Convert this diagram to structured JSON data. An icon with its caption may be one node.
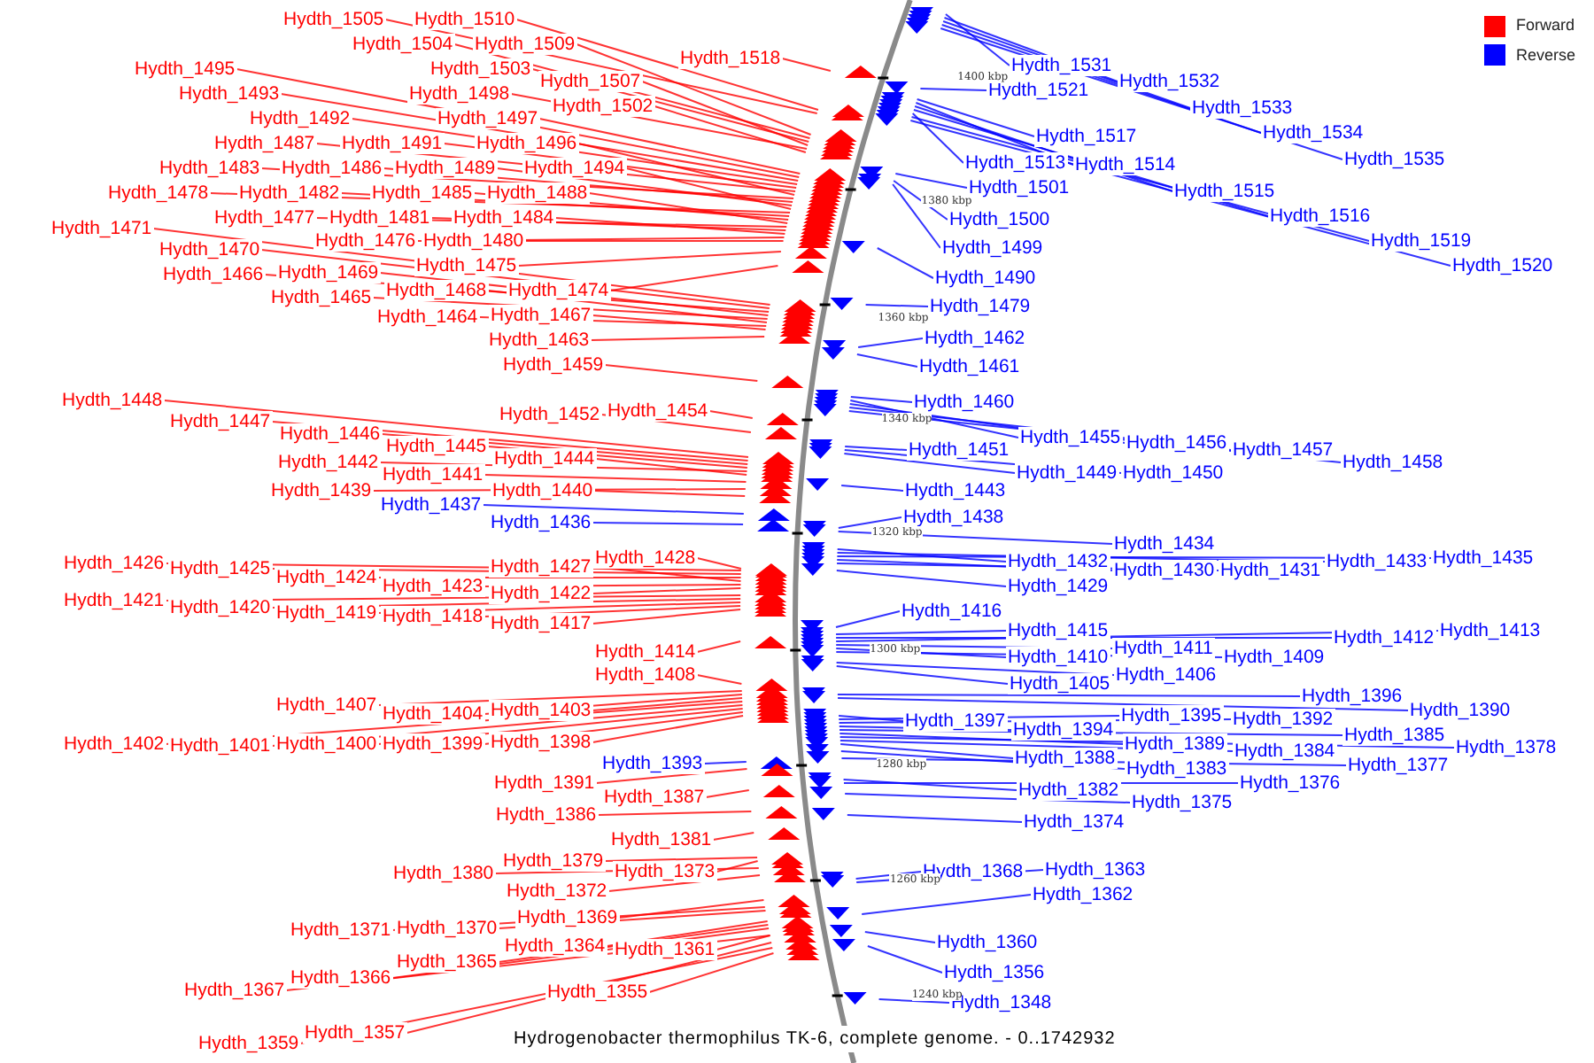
{
  "diagram": {
    "caption": "Hydrogenobacter thermophilus TK-6, complete genome. - 0..1742932",
    "nodes": [
      {
        "text": [
          "Hydth_1505"
        ]
      },
      {
        "text": [
          "Hydth_1510"
        ]
      },
      {
        "text": [
          "Hydth_1504"
        ]
      },
      {
        "text": [
          "Hydth_1509"
        ]
      },
      {
        "text": [
          "Hydth_1518"
        ]
      },
      {
        "text": [
          "Hydth_1503"
        ]
      },
      {
        "text": [
          "Hydth_1495"
        ]
      },
      {
        "text": [
          "Hydth_1507"
        ]
      },
      {
        "text": [
          "Hydth_1493"
        ]
      },
      {
        "text": [
          "Hydth_1498"
        ]
      },
      {
        "text": [
          "Hydth_1502"
        ]
      },
      {
        "text": [
          "Hydth_1492"
        ]
      },
      {
        "text": [
          "Hydth_1497"
        ]
      },
      {
        "text": [
          "Hydth_1487"
        ]
      },
      {
        "text": [
          "Hydth_1491"
        ]
      },
      {
        "text": [
          "Hydth_1496"
        ]
      },
      {
        "text": [
          "Hydth_1483"
        ]
      },
      {
        "text": [
          "Hydth_1486"
        ]
      },
      {
        "text": [
          "Hydth_1489"
        ]
      },
      {
        "text": [
          "Hydth_1494"
        ]
      },
      {
        "text": [
          "Hydth_1478"
        ]
      },
      {
        "text": [
          "Hydth_1482"
        ]
      },
      {
        "text": [
          "Hydth_1485"
        ]
      },
      {
        "text": [
          "Hydth_1488"
        ]
      },
      {
        "text": [
          "Hydth_1477"
        ]
      },
      {
        "text": [
          "Hydth_1481"
        ]
      },
      {
        "text": [
          "Hydth_1484"
        ]
      },
      {
        "text": [
          "Hydth_1471"
        ]
      },
      {
        "text": [
          "Hydth_1476"
        ]
      },
      {
        "text": [
          "Hydth_1480"
        ]
      },
      {
        "text": [
          "Hydth_1470"
        ]
      },
      {
        "text": [
          "Hydth_1475"
        ]
      },
      {
        "text": [
          "Hydth_1466"
        ]
      },
      {
        "text": [
          "Hydth_1469"
        ]
      },
      {
        "text": [
          "Hydth_1465"
        ]
      },
      {
        "text": [
          "Hydth_1468"
        ]
      },
      {
        "text": [
          "Hydth_1474"
        ]
      },
      {
        "text": [
          "Hydth_1464"
        ]
      },
      {
        "text": [
          "Hydth_1467"
        ]
      },
      {
        "text": [
          "Hydth_1463"
        ]
      },
      {
        "text": [
          "Hydth_1459"
        ]
      },
      {
        "text": [
          "Hydth_1448"
        ]
      },
      {
        "text": [
          "Hydth_1452"
        ]
      },
      {
        "text": [
          "Hydth_1454"
        ]
      },
      {
        "text": [
          "Hydth_1447"
        ]
      },
      {
        "text": [
          "Hydth_1446"
        ]
      },
      {
        "text": [
          "Hydth_1445"
        ]
      },
      {
        "text": [
          "Hydth_1442"
        ]
      },
      {
        "text": [
          "Hydth_1444"
        ]
      },
      {
        "text": [
          "Hydth_1441"
        ]
      },
      {
        "text": [
          "Hydth_1439"
        ]
      },
      {
        "text": [
          "Hydth_1440"
        ]
      },
      {
        "text": [
          "Hydth_1437"
        ]
      },
      {
        "text": [
          "Hydth_1436"
        ]
      },
      {
        "text": [
          "Hydth_1426"
        ]
      },
      {
        "text": [
          "Hydth_1425"
        ]
      },
      {
        "text": [
          "Hydth_1428"
        ]
      },
      {
        "text": [
          "Hydth_1424"
        ]
      },
      {
        "text": [
          "Hydth_1427"
        ]
      },
      {
        "text": [
          "Hydth_1423"
        ]
      },
      {
        "text": [
          "Hydth_1422"
        ]
      },
      {
        "text": [
          "Hydth_1421"
        ]
      },
      {
        "text": [
          "Hydth_1420"
        ]
      },
      {
        "text": [
          "Hydth_1419"
        ]
      },
      {
        "text": [
          "Hydth_1418"
        ]
      },
      {
        "text": [
          "Hydth_1417"
        ]
      },
      {
        "text": [
          "Hydth_1414"
        ]
      },
      {
        "text": [
          "Hydth_1408"
        ]
      },
      {
        "text": [
          "Hydth_1407"
        ]
      },
      {
        "text": [
          "Hydth_1404"
        ]
      },
      {
        "text": [
          "Hydth_1403"
        ]
      },
      {
        "text": [
          "Hydth_1402"
        ]
      },
      {
        "text": [
          "Hydth_1401"
        ]
      },
      {
        "text": [
          "Hydth_1400"
        ]
      },
      {
        "text": [
          "Hydth_1399"
        ]
      },
      {
        "text": [
          "Hydth_1398"
        ]
      },
      {
        "text": [
          "Hydth_1393"
        ]
      },
      {
        "text": [
          "Hydth_1391"
        ]
      },
      {
        "text": [
          "Hydth_1387"
        ]
      },
      {
        "text": [
          "Hydth_1386"
        ]
      },
      {
        "text": [
          "Hydth_1381"
        ]
      },
      {
        "text": [
          "Hydth_1380"
        ]
      },
      {
        "text": [
          "Hydth_1379"
        ]
      },
      {
        "text": [
          "Hydth_1373"
        ]
      },
      {
        "text": [
          "Hydth_1372"
        ]
      },
      {
        "text": [
          "Hydth_1371"
        ]
      },
      {
        "text": [
          "Hydth_1370"
        ]
      },
      {
        "text": [
          "Hydth_1369"
        ]
      },
      {
        "text": [
          "Hydth_1366"
        ]
      },
      {
        "text": [
          "Hydth_1365"
        ]
      },
      {
        "text": [
          "Hydth_1364"
        ]
      },
      {
        "text": [
          "Hydth_1361"
        ]
      },
      {
        "text": [
          "Hydth_1367"
        ]
      },
      {
        "text": [
          "Hydth_1355"
        ]
      },
      {
        "text": [
          "Hydth_1359"
        ]
      },
      {
        "text": [
          "Hydth_1357"
        ]
      },
      {
        "text": [
          "Hydth_1531"
        ]
      },
      {
        "text": [
          "Hydth_1532"
        ]
      },
      {
        "text": [
          "Hydth_1521"
        ]
      },
      {
        "text": [
          "Hydth_1533"
        ]
      },
      {
        "text": [
          "Hydth_1534"
        ]
      },
      {
        "text": [
          "Hydth_1517"
        ]
      },
      {
        "text": [
          "Hydth_1535"
        ]
      },
      {
        "text": [
          "Hydth_1513"
        ]
      },
      {
        "text": [
          "Hydth_1514"
        ]
      },
      {
        "text": [
          "Hydth_1501"
        ]
      },
      {
        "text": [
          "Hydth_1515"
        ]
      },
      {
        "text": [
          "Hydth_1516"
        ]
      },
      {
        "text": [
          "Hydth_1500"
        ]
      },
      {
        "text": [
          "Hydth_1519"
        ]
      },
      {
        "text": [
          "Hydth_1499"
        ]
      },
      {
        "text": [
          "Hydth_1520"
        ]
      },
      {
        "text": [
          "Hydth_1490"
        ]
      },
      {
        "text": [
          "Hydth_1479"
        ]
      },
      {
        "text": [
          "Hydth_1462"
        ]
      },
      {
        "text": [
          "Hydth_1461"
        ]
      },
      {
        "text": [
          "Hydth_1460"
        ]
      },
      {
        "text": [
          "Hydth_1455"
        ]
      },
      {
        "text": [
          "Hydth_1456"
        ]
      },
      {
        "text": [
          "Hydth_1451"
        ]
      },
      {
        "text": [
          "Hydth_1457"
        ]
      },
      {
        "text": [
          "Hydth_1458"
        ]
      },
      {
        "text": [
          "Hydth_1449"
        ]
      },
      {
        "text": [
          "Hydth_1450"
        ]
      },
      {
        "text": [
          "Hydth_1443"
        ]
      },
      {
        "text": [
          "Hydth_1438"
        ]
      },
      {
        "text": [
          "Hydth_1434"
        ]
      },
      {
        "text": [
          "Hydth_1432"
        ]
      },
      {
        "text": [
          "Hydth_1433"
        ]
      },
      {
        "text": [
          "Hydth_1435"
        ]
      },
      {
        "text": [
          "Hydth_1430"
        ]
      },
      {
        "text": [
          "Hydth_1431"
        ]
      },
      {
        "text": [
          "Hydth_1429"
        ]
      },
      {
        "text": [
          "Hydth_1416"
        ]
      },
      {
        "text": [
          "Hydth_1415"
        ]
      },
      {
        "text": [
          "Hydth_1413"
        ]
      },
      {
        "text": [
          "Hydth_1412"
        ]
      },
      {
        "text": [
          "Hydth_1411"
        ]
      },
      {
        "text": [
          "Hydth_1410"
        ]
      },
      {
        "text": [
          "Hydth_1409"
        ]
      },
      {
        "text": [
          "Hydth_1406"
        ]
      },
      {
        "text": [
          "Hydth_1405"
        ]
      },
      {
        "text": [
          "Hydth_1396"
        ]
      },
      {
        "text": [
          "Hydth_1390"
        ]
      },
      {
        "text": [
          "Hydth_1397"
        ]
      },
      {
        "text": [
          "Hydth_1395"
        ]
      },
      {
        "text": [
          "Hydth_1392"
        ]
      },
      {
        "text": [
          "Hydth_1394"
        ]
      },
      {
        "text": [
          "Hydth_1385"
        ]
      },
      {
        "text": [
          "Hydth_1389"
        ]
      },
      {
        "text": [
          "Hydth_1378"
        ]
      },
      {
        "text": [
          "Hydth_1384"
        ]
      },
      {
        "text": [
          "Hydth_1388"
        ]
      },
      {
        "text": [
          "Hydth_1383"
        ]
      },
      {
        "text": [
          "Hydth_1377"
        ]
      },
      {
        "text": [
          "Hydth_1382"
        ]
      },
      {
        "text": [
          "Hydth_1376"
        ]
      },
      {
        "text": [
          "Hydth_1375"
        ]
      },
      {
        "text": [
          "Hydth_1374"
        ]
      },
      {
        "text": [
          "Hydth_1368"
        ]
      },
      {
        "text": [
          "Hydth_1363"
        ]
      },
      {
        "text": [
          "Hydth_1362"
        ]
      },
      {
        "text": [
          "Hydth_1360"
        ]
      },
      {
        "text": [
          "Hydth_1356"
        ]
      },
      {
        "text": [
          "Hydth_1348"
        ]
      }
    ],
    "edges": [
      {
        "from": 0,
        "to": null,
        "arrow": "none"
      },
      {
        "from": 1,
        "to": null,
        "arrow": "none"
      },
      {
        "from": 2,
        "to": null,
        "arrow": "none"
      },
      {
        "from": 3,
        "to": null,
        "arrow": "none"
      },
      {
        "from": 4,
        "to": null,
        "arrow": "none"
      },
      {
        "from": 5,
        "to": null,
        "arrow": "none"
      },
      {
        "from": 6,
        "to": null,
        "arrow": "none"
      },
      {
        "from": 7,
        "to": null,
        "arrow": "none"
      },
      {
        "from": 8,
        "to": null,
        "arrow": "none"
      },
      {
        "from": 9,
        "to": null,
        "arrow": "none"
      },
      {
        "from": 10,
        "to": null,
        "arrow": "none"
      },
      {
        "from": 11,
        "to": null,
        "arrow": "none"
      },
      {
        "from": 12,
        "to": null,
        "arrow": "none"
      },
      {
        "from": 13,
        "to": null,
        "arrow": "none"
      },
      {
        "from": 14,
        "to": null,
        "arrow": "none"
      },
      {
        "from": 15,
        "to": null,
        "arrow": "none"
      },
      {
        "from": 16,
        "to": null,
        "arrow": "none"
      },
      {
        "from": 17,
        "to": null,
        "arrow": "none"
      },
      {
        "from": 18,
        "to": null,
        "arrow": "none"
      },
      {
        "from": 19,
        "to": null,
        "arrow": "none"
      },
      {
        "from": 20,
        "to": null,
        "arrow": "none"
      },
      {
        "from": 21,
        "to": null,
        "arrow": "none"
      },
      {
        "from": 22,
        "to": null,
        "arrow": "none"
      },
      {
        "from": 23,
        "to": null,
        "arrow": "none"
      },
      {
        "from": 24,
        "to": null,
        "arrow": "none"
      },
      {
        "from": 25,
        "to": null,
        "arrow": "none"
      },
      {
        "from": 26,
        "to": null,
        "arrow": "none"
      },
      {
        "from": 27,
        "to": null,
        "arrow": "none"
      },
      {
        "from": 28,
        "to": null,
        "arrow": "none"
      },
      {
        "from": 29,
        "to": null,
        "arrow": "none"
      },
      {
        "from": 30,
        "to": null,
        "arrow": "none"
      },
      {
        "from": 31,
        "to": null,
        "arrow": "none"
      },
      {
        "from": 32,
        "to": null,
        "arrow": "none"
      },
      {
        "from": 33,
        "to": null,
        "arrow": "none"
      },
      {
        "from": 34,
        "to": null,
        "arrow": "none"
      },
      {
        "from": 35,
        "to": null,
        "arrow": "none"
      },
      {
        "from": 36,
        "to": null,
        "arrow": "none"
      },
      {
        "from": 37,
        "to": null,
        "arrow": "none"
      },
      {
        "from": 38,
        "to": null,
        "arrow": "none"
      },
      {
        "from": 39,
        "to": null,
        "arrow": "none"
      },
      {
        "from": 40,
        "to": null,
        "arrow": "none"
      },
      {
        "from": 41,
        "to": null,
        "arrow": "none"
      },
      {
        "from": 42,
        "to": null,
        "arrow": "none"
      },
      {
        "from": 43,
        "to": null,
        "arrow": "none"
      },
      {
        "from": 44,
        "to": null,
        "arrow": "none"
      },
      {
        "from": 45,
        "to": null,
        "arrow": "none"
      },
      {
        "from": 46,
        "to": null,
        "arrow": "none"
      },
      {
        "from": 47,
        "to": null,
        "arrow": "none"
      },
      {
        "from": 48,
        "to": null,
        "arrow": "none"
      },
      {
        "from": 49,
        "to": null,
        "arrow": "none"
      },
      {
        "from": 50,
        "to": null,
        "arrow": "none"
      },
      {
        "from": 51,
        "to": null,
        "arrow": "none"
      },
      {
        "from": 52,
        "to": null,
        "arrow": "none",
        "color": "#0000ff"
      },
      {
        "from": 53,
        "to": null,
        "arrow": "none",
        "color": "#0000ff"
      },
      {
        "from": 54,
        "to": null,
        "arrow": "none"
      },
      {
        "from": 55,
        "to": null,
        "arrow": "none"
      },
      {
        "from": 56,
        "to": null,
        "arrow": "none"
      },
      {
        "from": 57,
        "to": null,
        "arrow": "none"
      },
      {
        "from": 58,
        "to": null,
        "arrow": "none"
      },
      {
        "from": 59,
        "to": null,
        "arrow": "none"
      },
      {
        "from": 60,
        "to": null,
        "arrow": "none"
      },
      {
        "from": 61,
        "to": null,
        "arrow": "none"
      },
      {
        "from": 62,
        "to": null,
        "arrow": "none"
      },
      {
        "from": 63,
        "to": null,
        "arrow": "none"
      },
      {
        "from": 64,
        "to": null,
        "arrow": "none"
      },
      {
        "from": 65,
        "to": null,
        "arrow": "none"
      },
      {
        "from": 66,
        "to": null,
        "arrow": "none"
      },
      {
        "from": 67,
        "to": null,
        "arrow": "none"
      },
      {
        "from": 68,
        "to": null,
        "arrow": "none"
      },
      {
        "from": 69,
        "to": null,
        "arrow": "none"
      },
      {
        "from": 70,
        "to": null,
        "arrow": "none"
      },
      {
        "from": 71,
        "to": null,
        "arrow": "none"
      },
      {
        "from": 72,
        "to": null,
        "arrow": "none"
      },
      {
        "from": 73,
        "to": null,
        "arrow": "none"
      },
      {
        "from": 74,
        "to": null,
        "arrow": "none"
      },
      {
        "from": 75,
        "to": null,
        "arrow": "none"
      },
      {
        "from": 76,
        "to": null,
        "arrow": "none",
        "color": "#0000ff"
      },
      {
        "from": 77,
        "to": null,
        "arrow": "none"
      },
      {
        "from": 78,
        "to": null,
        "arrow": "none"
      },
      {
        "from": 79,
        "to": null,
        "arrow": "none"
      },
      {
        "from": 80,
        "to": null,
        "arrow": "none"
      },
      {
        "from": 81,
        "to": null,
        "arrow": "none"
      },
      {
        "from": 82,
        "to": null,
        "arrow": "none"
      },
      {
        "from": 83,
        "to": null,
        "arrow": "none"
      },
      {
        "from": 84,
        "to": null,
        "arrow": "none"
      },
      {
        "from": 85,
        "to": null,
        "arrow": "none"
      },
      {
        "from": 86,
        "to": null,
        "arrow": "none"
      },
      {
        "from": 87,
        "to": null,
        "arrow": "none"
      },
      {
        "from": 88,
        "to": null,
        "arrow": "none"
      },
      {
        "from": 89,
        "to": null,
        "arrow": "none"
      },
      {
        "from": 90,
        "to": null,
        "arrow": "none"
      },
      {
        "from": 91,
        "to": null,
        "arrow": "none"
      },
      {
        "from": 92,
        "to": null,
        "arrow": "none"
      },
      {
        "from": 93,
        "to": null,
        "arrow": "none"
      },
      {
        "from": 94,
        "to": null,
        "arrow": "none"
      },
      {
        "from": 95,
        "to": null,
        "arrow": "none"
      },
      {
        "from": 96,
        "to": null,
        "arrow": "none",
        "color": "#0000ff"
      },
      {
        "from": 97,
        "to": null,
        "arrow": "none",
        "color": "#0000ff"
      },
      {
        "from": 98,
        "to": null,
        "arrow": "none",
        "color": "#0000ff"
      },
      {
        "from": 99,
        "to": null,
        "arrow": "none",
        "color": "#0000ff"
      },
      {
        "from": 100,
        "to": null,
        "arrow": "none",
        "color": "#0000ff"
      },
      {
        "from": 101,
        "to": null,
        "arrow": "none",
        "color": "#0000ff"
      },
      {
        "from": 102,
        "to": null,
        "arrow": "none",
        "color": "#0000ff"
      },
      {
        "from": 103,
        "to": null,
        "arrow": "none",
        "color": "#0000ff"
      },
      {
        "from": 104,
        "to": null,
        "arrow": "none",
        "color": "#0000ff"
      },
      {
        "from": 105,
        "to": null,
        "arrow": "none",
        "color": "#0000ff"
      },
      {
        "from": 106,
        "to": null,
        "arrow": "none",
        "color": "#0000ff"
      },
      {
        "from": 107,
        "to": null,
        "arrow": "none",
        "color": "#0000ff"
      },
      {
        "from": 108,
        "to": null,
        "arrow": "none",
        "color": "#0000ff"
      },
      {
        "from": 109,
        "to": null,
        "arrow": "none",
        "color": "#0000ff"
      },
      {
        "from": 110,
        "to": null,
        "arrow": "none",
        "color": "#0000ff"
      },
      {
        "from": 111,
        "to": null,
        "arrow": "none",
        "color": "#0000ff"
      },
      {
        "from": 112,
        "to": null,
        "arrow": "none",
        "color": "#0000ff"
      },
      {
        "from": 113,
        "to": null,
        "arrow": "none",
        "color": "#0000ff"
      },
      {
        "from": 114,
        "to": null,
        "arrow": "none",
        "color": "#0000ff"
      },
      {
        "from": 115,
        "to": null,
        "arrow": "none",
        "color": "#0000ff"
      },
      {
        "from": 116,
        "to": null,
        "arrow": "none",
        "color": "#0000ff"
      },
      {
        "from": 117,
        "to": null,
        "arrow": "none",
        "color": "#0000ff"
      },
      {
        "from": 118,
        "to": null,
        "arrow": "none",
        "color": "#0000ff"
      },
      {
        "from": 119,
        "to": null,
        "arrow": "none",
        "color": "#0000ff"
      },
      {
        "from": 120,
        "to": null,
        "arrow": "none",
        "color": "#0000ff"
      },
      {
        "from": 121,
        "to": null,
        "arrow": "none",
        "color": "#0000ff"
      },
      {
        "from": 122,
        "to": null,
        "arrow": "none",
        "color": "#0000ff"
      },
      {
        "from": 123,
        "to": null,
        "arrow": "none",
        "color": "#0000ff"
      },
      {
        "from": 124,
        "to": null,
        "arrow": "none",
        "color": "#0000ff"
      },
      {
        "from": 125,
        "to": null,
        "arrow": "none",
        "color": "#0000ff"
      },
      {
        "from": 126,
        "to": null,
        "arrow": "none",
        "color": "#0000ff"
      },
      {
        "from": 127,
        "to": null,
        "arrow": "none",
        "color": "#0000ff"
      },
      {
        "from": 128,
        "to": null,
        "arrow": "none",
        "color": "#0000ff"
      },
      {
        "from": 129,
        "to": null,
        "arrow": "none",
        "color": "#0000ff"
      },
      {
        "from": 130,
        "to": null,
        "arrow": "none",
        "color": "#0000ff"
      },
      {
        "from": 131,
        "to": null,
        "arrow": "none",
        "color": "#0000ff"
      },
      {
        "from": 132,
        "to": null,
        "arrow": "none",
        "color": "#0000ff"
      },
      {
        "from": 133,
        "to": null,
        "arrow": "none",
        "color": "#0000ff"
      },
      {
        "from": 134,
        "to": null,
        "arrow": "none",
        "color": "#0000ff"
      },
      {
        "from": 135,
        "to": null,
        "arrow": "none",
        "color": "#0000ff"
      },
      {
        "from": 136,
        "to": null,
        "arrow": "none",
        "color": "#0000ff"
      },
      {
        "from": 137,
        "to": null,
        "arrow": "none",
        "color": "#0000ff"
      },
      {
        "from": 138,
        "to": null,
        "arrow": "none",
        "color": "#0000ff"
      },
      {
        "from": 139,
        "to": null,
        "arrow": "none",
        "color": "#0000ff"
      },
      {
        "from": 140,
        "to": null,
        "arrow": "none",
        "color": "#0000ff"
      },
      {
        "from": 141,
        "to": null,
        "arrow": "none",
        "color": "#0000ff"
      },
      {
        "from": 142,
        "to": null,
        "arrow": "none",
        "color": "#0000ff"
      },
      {
        "from": 143,
        "to": null,
        "arrow": "none",
        "color": "#0000ff"
      },
      {
        "from": 144,
        "to": null,
        "arrow": "none",
        "color": "#0000ff"
      },
      {
        "from": 145,
        "to": null,
        "arrow": "none",
        "color": "#0000ff"
      },
      {
        "from": 146,
        "to": null,
        "arrow": "none",
        "color": "#0000ff"
      },
      {
        "from": 147,
        "to": null,
        "arrow": "none",
        "color": "#0000ff"
      },
      {
        "from": 148,
        "to": null,
        "arrow": "none",
        "color": "#0000ff"
      },
      {
        "from": 149,
        "to": null,
        "arrow": "none",
        "color": "#0000ff"
      },
      {
        "from": 150,
        "to": null,
        "arrow": "none",
        "color": "#0000ff"
      },
      {
        "from": 151,
        "to": null,
        "arrow": "none",
        "color": "#0000ff"
      },
      {
        "from": 152,
        "to": null,
        "arrow": "none",
        "color": "#0000ff"
      },
      {
        "from": 153,
        "to": null,
        "arrow": "none",
        "color": "#0000ff"
      },
      {
        "from": 154,
        "to": null,
        "arrow": "none",
        "color": "#0000ff"
      },
      {
        "from": 155,
        "to": null,
        "arrow": "none",
        "color": "#0000ff"
      },
      {
        "from": 156,
        "to": null,
        "arrow": "none",
        "color": "#0000ff"
      },
      {
        "from": 157,
        "to": null,
        "arrow": "none",
        "color": "#0000ff"
      },
      {
        "from": 158,
        "to": null,
        "arrow": "none",
        "color": "#0000ff"
      },
      {
        "from": 159,
        "to": null,
        "arrow": "none",
        "color": "#0000ff"
      },
      {
        "from": 160,
        "to": null,
        "arrow": "none",
        "color": "#0000ff"
      },
      {
        "from": 161,
        "to": null,
        "arrow": "none",
        "color": "#0000ff"
      },
      {
        "from": 162,
        "to": null,
        "arrow": "none",
        "color": "#0000ff"
      },
      {
        "from": 163,
        "to": null,
        "arrow": "none",
        "color": "#0000ff"
      },
      {
        "from": 164,
        "to": null,
        "arrow": "none",
        "color": "#0000ff"
      }
    ],
    "labels": [
      "1400 kbp",
      "1380 kbp",
      "1360 kbp",
      "1340 kbp",
      "1320 kbp",
      "1300 kbp",
      "1280 kbp",
      "1260 kbp",
      "1240 kbp"
    ],
    "legend": [
      {
        "text": "Forward",
        "color": "#ff0000"
      },
      {
        "text": "Reverse",
        "color": "#0000ff"
      }
    ]
  }
}
